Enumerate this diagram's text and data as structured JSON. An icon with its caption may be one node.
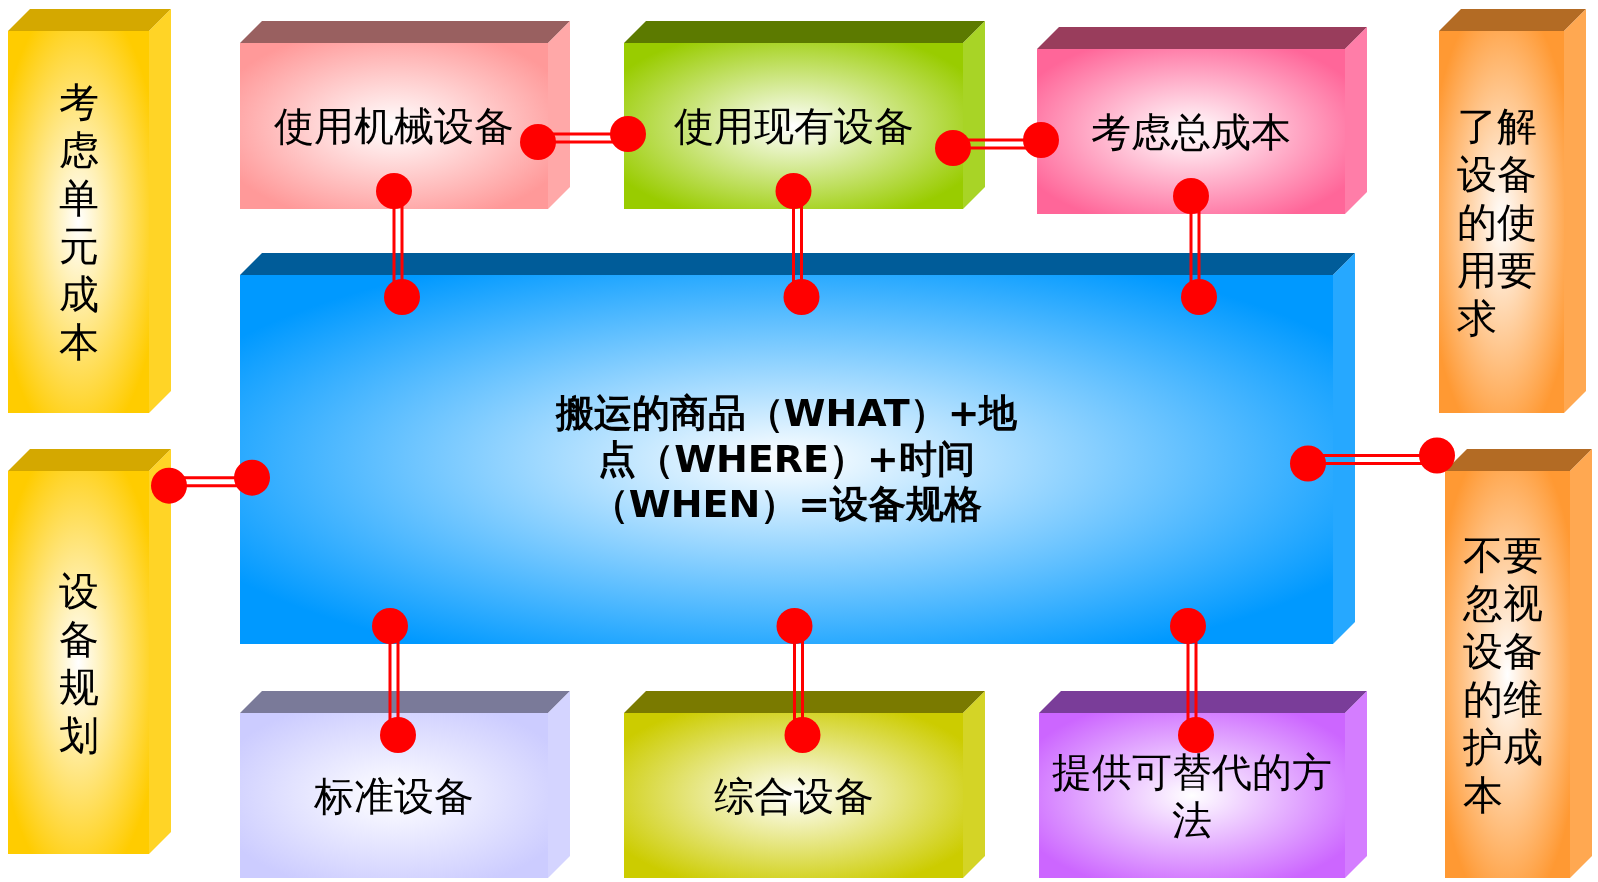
{
  "diagram": {
    "nodes": [
      {
        "text": [
          "考虑单元成本"
        ]
      },
      {
        "text": [
          "使用机械设备"
        ]
      },
      {
        "text": [
          "使用现有设备"
        ]
      },
      {
        "text": [
          "考虑总成本"
        ]
      },
      {
        "text": [
          "了解设备的使用要求"
        ]
      },
      {
        "text": [
          "搬运的商品（WHAT）+地点（WHERE）+时间（WHEN）=设备规格"
        ]
      },
      {
        "text": [
          "设备规划"
        ]
      },
      {
        "text": [
          "不要忽视设备的维护成本"
        ]
      },
      {
        "text": [
          "标准设备"
        ]
      },
      {
        "text": [
          "综合设备"
        ]
      },
      {
        "text": [
          "提供可替代的方法"
        ]
      }
    ],
    "edges": [
      {
        "from": 1,
        "to": 2,
        "arrow": "other"
      },
      {
        "from": 2,
        "to": 3,
        "arrow": "other"
      },
      {
        "from": 1,
        "to": 5,
        "arrow": "other"
      },
      {
        "from": 2,
        "to": 5,
        "arrow": "other"
      },
      {
        "from": 3,
        "to": 5,
        "arrow": "other"
      },
      {
        "from": 6,
        "to": 5,
        "arrow": "other"
      },
      {
        "from": 5,
        "to": 7,
        "arrow": "other"
      },
      {
        "from": 5,
        "to": 8,
        "arrow": "other"
      },
      {
        "from": 5,
        "to": 9,
        "arrow": "other"
      },
      {
        "from": 5,
        "to": 10,
        "arrow": "other"
      }
    ]
  }
}
